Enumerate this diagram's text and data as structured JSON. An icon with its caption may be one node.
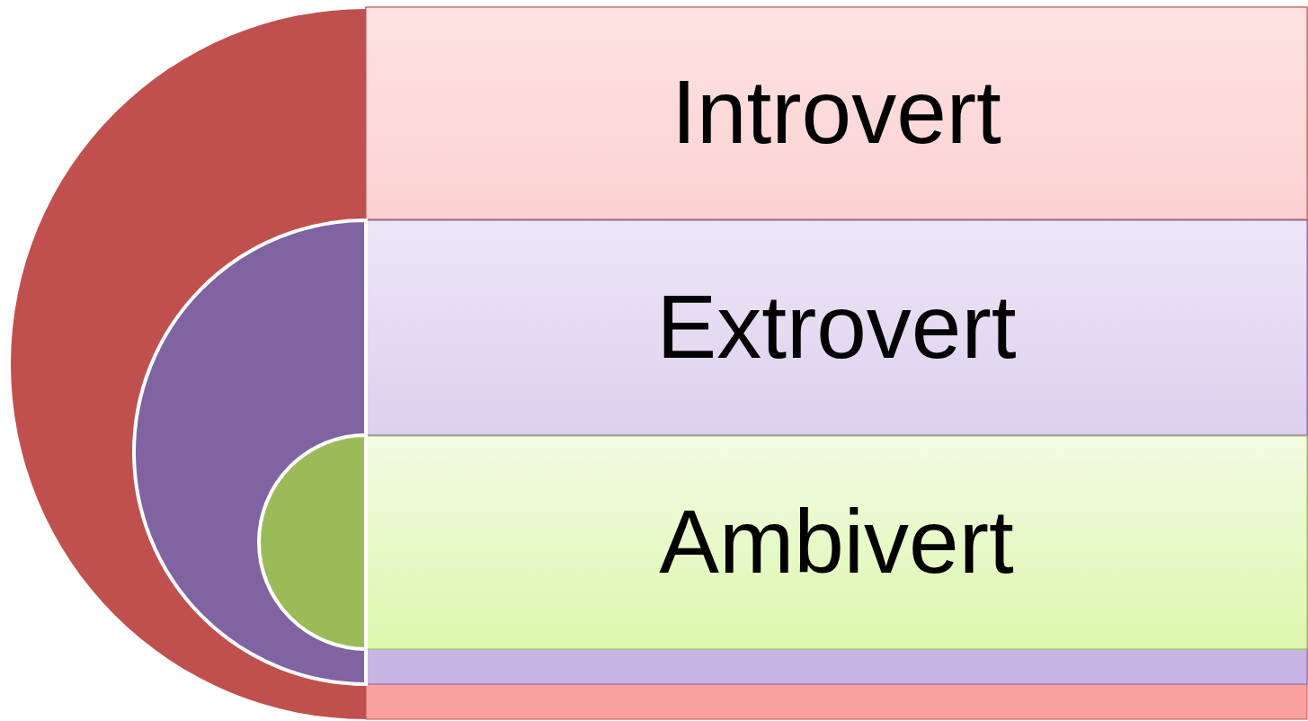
{
  "diagram": {
    "nodes": [
      {
        "text": [
          "Introvert"
        ]
      },
      {
        "text": [
          "Extrovert"
        ],
        "in": 0
      },
      {
        "text": [
          "Ambivert"
        ],
        "in": 1
      }
    ]
  }
}
